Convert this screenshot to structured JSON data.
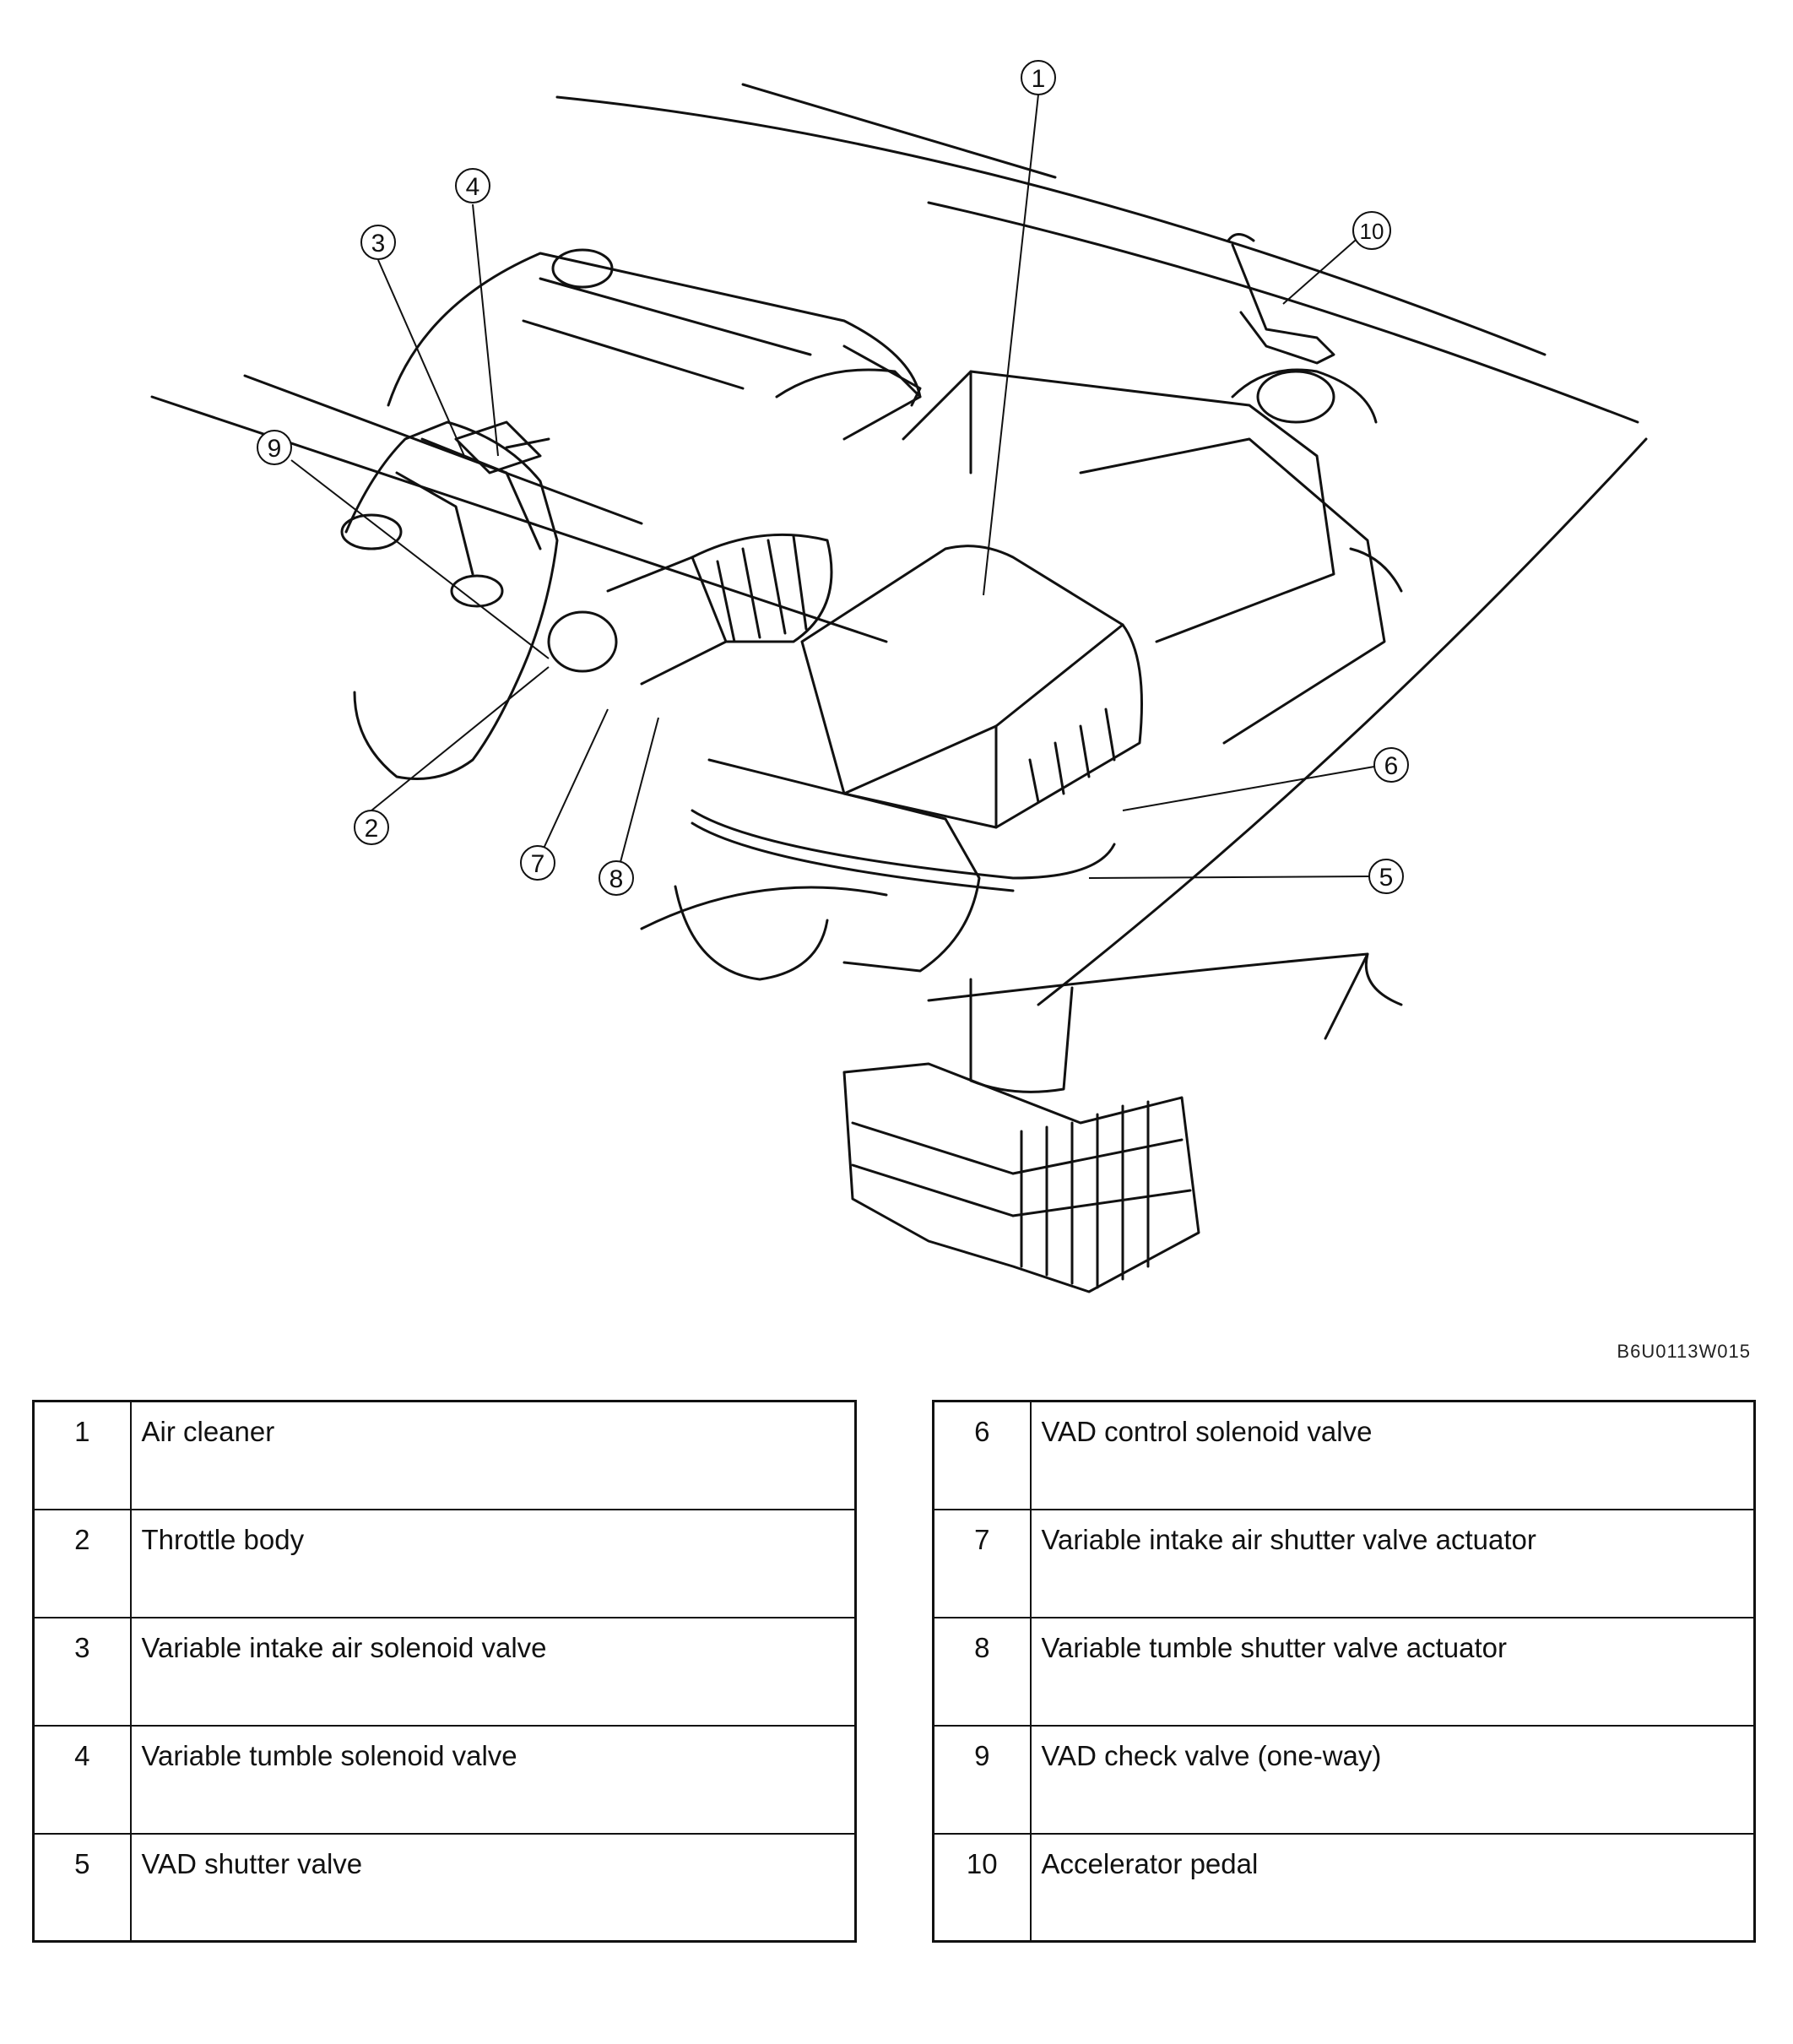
{
  "figure_code": "B6U0113W015",
  "callouts": [
    "1",
    "2",
    "3",
    "4",
    "5",
    "6",
    "7",
    "8",
    "9",
    "10"
  ],
  "legend": {
    "left": [
      {
        "num": "1",
        "label": "Air cleaner"
      },
      {
        "num": "2",
        "label": "Throttle body"
      },
      {
        "num": "3",
        "label": "Variable intake air solenoid valve"
      },
      {
        "num": "4",
        "label": "Variable tumble solenoid valve"
      },
      {
        "num": "5",
        "label": "VAD shutter valve"
      }
    ],
    "right": [
      {
        "num": "6",
        "label": "VAD control solenoid valve"
      },
      {
        "num": "7",
        "label": "Variable intake air shutter valve actuator"
      },
      {
        "num": "8",
        "label": "Variable tumble shutter valve actuator"
      },
      {
        "num": "9",
        "label": "VAD check valve (one-way)"
      },
      {
        "num": "10",
        "label": "Accelerator pedal"
      }
    ]
  }
}
